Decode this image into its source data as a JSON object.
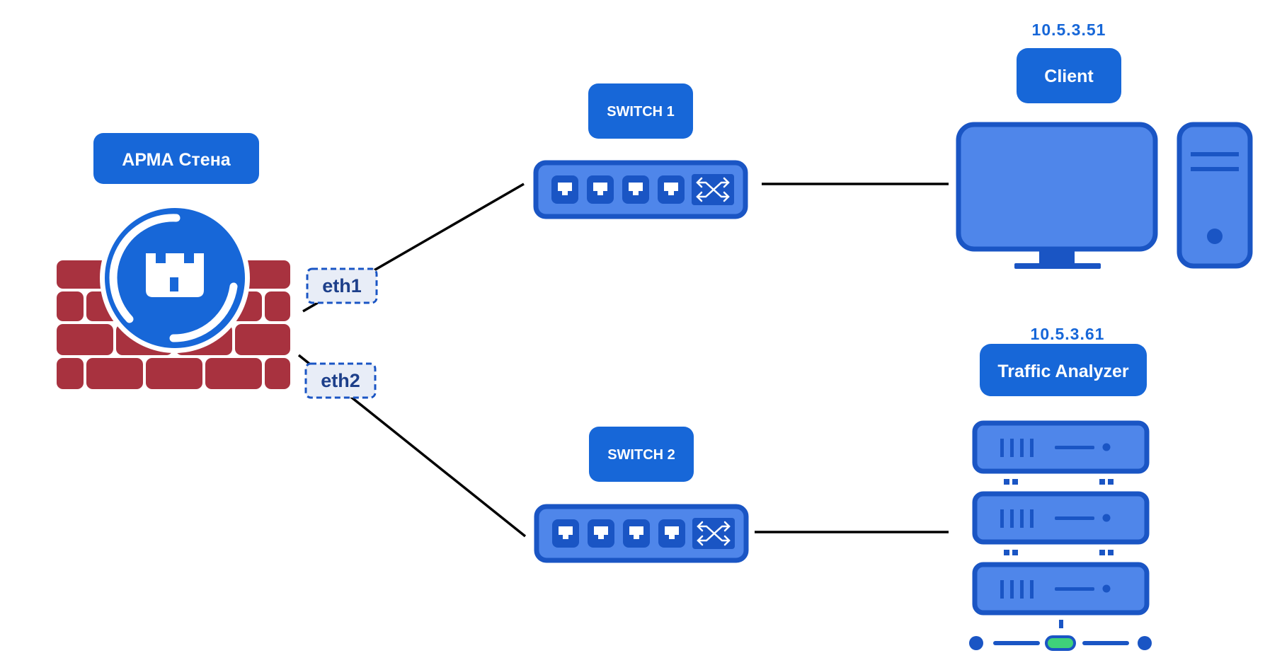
{
  "firewall": {
    "label": "АРМА Стена",
    "brick_color": "#a8323f",
    "logo_icon": "castle-tower-icon"
  },
  "interfaces": {
    "eth1": "eth1",
    "eth2": "eth2"
  },
  "switches": {
    "switch1": {
      "label": "SWITCH 1",
      "icon": "network-switch-icon"
    },
    "switch2": {
      "label": "SWITCH 2",
      "icon": "network-switch-icon"
    }
  },
  "client": {
    "ip": "10.5.3.51",
    "label": "Client",
    "icon": "desktop-computer-icon"
  },
  "analyzer": {
    "ip": "10.5.3.61",
    "label": "Traffic Analyzer",
    "icon": "server-rack-icon"
  },
  "colors": {
    "accent": "#1767d8",
    "device_fill": "#4f86ea",
    "device_outline": "#1a55c4",
    "status_led": "#3fd17a",
    "link": "#000000"
  }
}
